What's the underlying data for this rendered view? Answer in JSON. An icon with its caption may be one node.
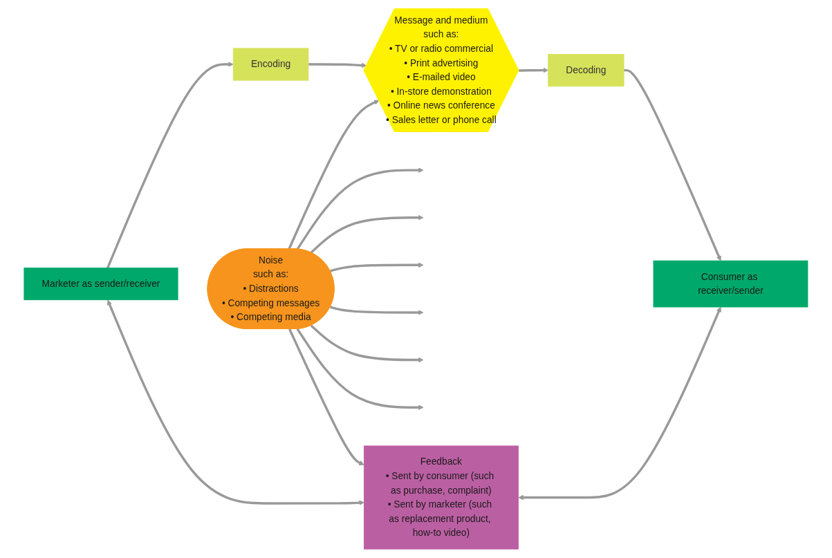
{
  "diagram": {
    "nodes": [
      {
        "text": [
          "Marketer as sender/receiver"
        ]
      },
      {
        "text": [
          "Encoding"
        ]
      },
      {
        "text": [
          "Message and medium",
          "such as:",
          "• TV or radio commercial",
          "• Print advertising",
          "• E-mailed video",
          "• In-store demonstration",
          "• Online news conference",
          "• Sales letter or phone call"
        ]
      },
      {
        "text": [
          "Decoding"
        ]
      },
      {
        "text": [
          "Consumer as receiver/sender"
        ]
      },
      {
        "text": [
          "Noise",
          "such as:",
          "• Distractions",
          "• Competing messages",
          "• Competing media"
        ]
      },
      {
        "text": [
          "Feedback",
          "• Sent by consumer (such as purchase, complaint)",
          "• Sent by marketer (such as replacement product, how-to video)"
        ]
      }
    ],
    "edges": [
      {
        "from": 0,
        "to": 1,
        "arrow": "to"
      },
      {
        "from": 1,
        "to": 2,
        "arrow": "to"
      },
      {
        "from": 2,
        "to": 3,
        "arrow": "to"
      },
      {
        "from": 3,
        "to": 4,
        "arrow": "to"
      },
      {
        "from": 6,
        "to": 4,
        "arrow": "both"
      },
      {
        "from": 0,
        "to": 6,
        "arrow": "both"
      },
      {
        "from": 5,
        "to": 2,
        "arrow": "to"
      },
      {
        "from": 5,
        "to": null,
        "arrow": "to"
      },
      {
        "from": 5,
        "to": null,
        "arrow": "to"
      },
      {
        "from": 5,
        "to": null,
        "arrow": "to"
      },
      {
        "from": 5,
        "to": null,
        "arrow": "to"
      },
      {
        "from": 5,
        "to": null,
        "arrow": "to"
      },
      {
        "from": 5,
        "to": null,
        "arrow": "to"
      },
      {
        "from": 5,
        "to": 6,
        "arrow": "to"
      }
    ]
  }
}
